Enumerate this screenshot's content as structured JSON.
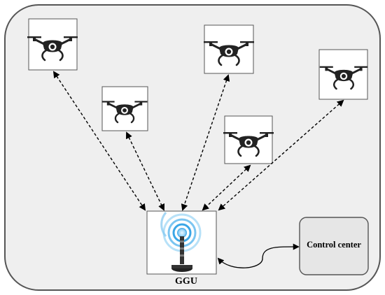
{
  "diagram": {
    "ground_unit_label": "GGU",
    "control_center_label": "Control center",
    "drone_count": 5,
    "colors": {
      "outer_fill": "#efefef",
      "outer_stroke": "#555555",
      "node_stroke": "#555555",
      "drone_fill": "#222222",
      "antenna_glow": "#3aa6e6",
      "control_center_fill": "#e6e6e6"
    },
    "icons": {
      "drone": "drone-icon",
      "ground_unit": "antenna-tower-icon"
    }
  }
}
